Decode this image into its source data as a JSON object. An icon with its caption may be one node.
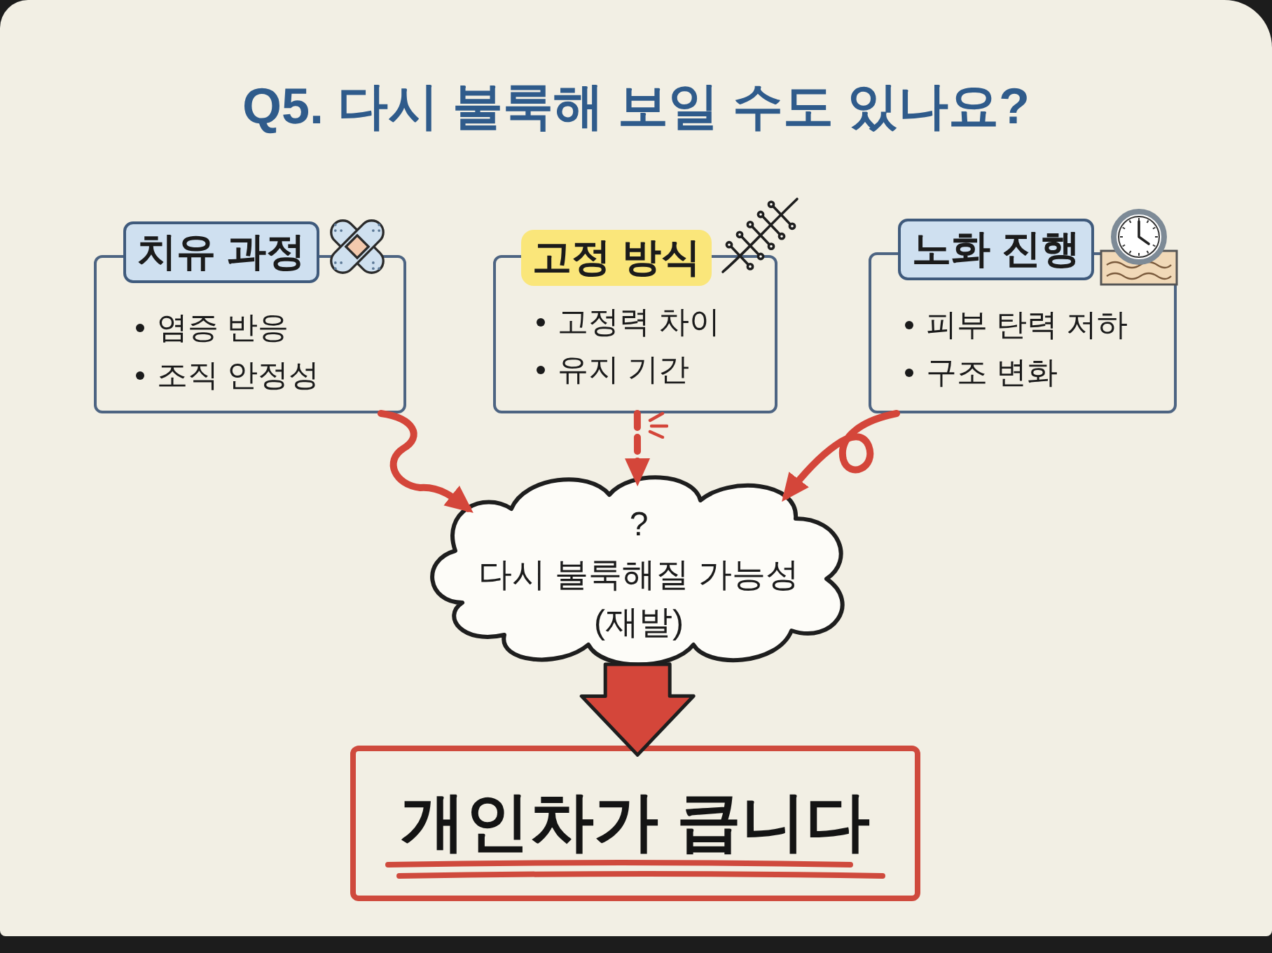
{
  "diagram": {
    "title": "Q5. 다시 불룩해 보일 수도 있나요?",
    "nodes": [
      {
        "text": [
          "치유 과정",
          "염증 반응",
          "조직 안정성"
        ]
      },
      {
        "text": [
          "고정 방식",
          "고정력 차이",
          "유지 기간"
        ]
      },
      {
        "text": [
          "노화 진행",
          "피부 탄력 저하",
          "구조 변화"
        ]
      },
      {
        "text": [
          "?",
          "다시 불룩해질 가능성",
          "(재발)"
        ]
      },
      {
        "text": [
          "개인차가 큽니다"
        ]
      }
    ],
    "edges": [
      {
        "from": 0,
        "to": 3,
        "arrow": "to"
      },
      {
        "from": 1,
        "to": 3,
        "arrow": "to",
        "style": "dashed"
      },
      {
        "from": 2,
        "to": 3,
        "arrow": "to"
      },
      {
        "from": 3,
        "to": 4,
        "arrow": "to",
        "style": "thick"
      }
    ]
  }
}
